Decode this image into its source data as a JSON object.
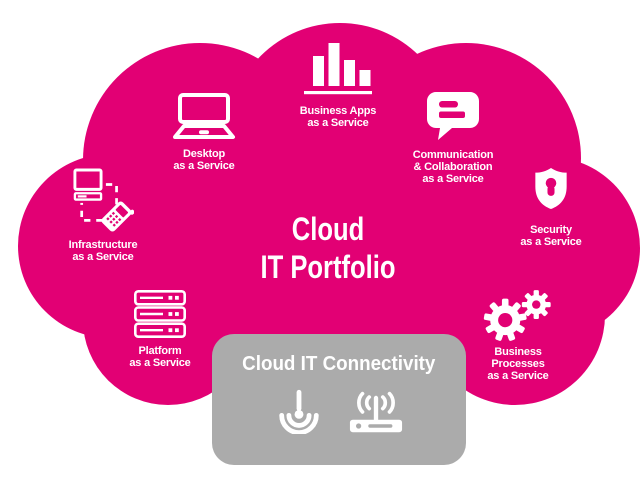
{
  "colors": {
    "magenta": "#E20074",
    "gray": "#ABABAB",
    "white": "#FFFFFF"
  },
  "cloud": {
    "title": "Cloud\nIT Portfolio"
  },
  "services": {
    "infrastructure": {
      "label": "Infrastructure\nas a Service",
      "icon": "computer-phone-sync-icon"
    },
    "desktop": {
      "label": "Desktop\nas a Service",
      "icon": "laptop-icon"
    },
    "business_apps": {
      "label": "Business Apps\nas a Service",
      "icon": "bar-chart-icon"
    },
    "communication": {
      "label": "Communication\n& Collaboration\nas a Service",
      "icon": "speech-bubble-icon"
    },
    "security": {
      "label": "Security\nas a Service",
      "icon": "shield-lock-icon"
    },
    "business_processes": {
      "label": "Business\nProcesses\nas a Service",
      "icon": "gears-icon"
    },
    "platform": {
      "label": "Platform\nas a Service",
      "icon": "server-rack-icon"
    }
  },
  "connectivity": {
    "title": "Cloud IT Connectivity",
    "icons": [
      "ground-antenna-icon",
      "wifi-router-icon"
    ]
  }
}
